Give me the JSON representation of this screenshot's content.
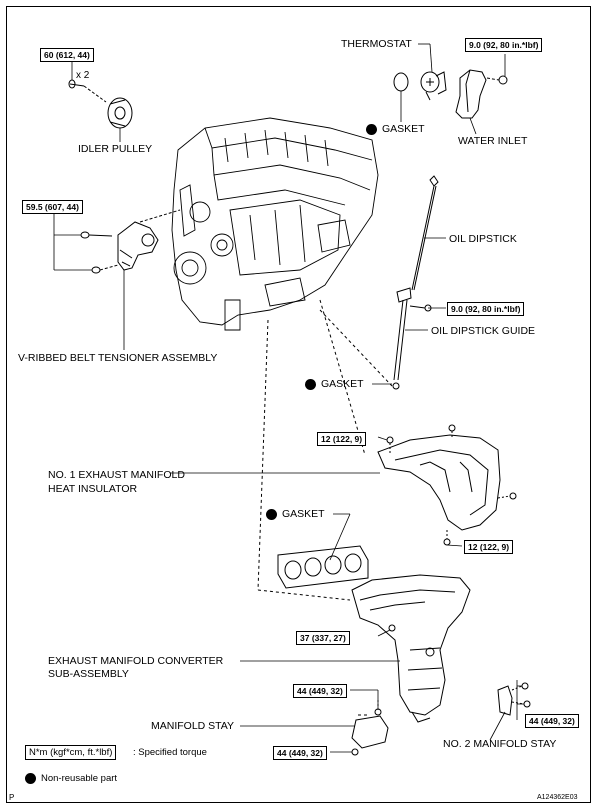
{
  "labels": {
    "thermostat": "THERMOSTAT",
    "gasket_thermostat": "GASKET",
    "water_inlet": "WATER INLET",
    "idler_pulley": "IDLER PULLEY",
    "x2": "x 2",
    "oil_dipstick": "OIL DIPSTICK",
    "oil_dipstick_guide": "OIL DIPSTICK GUIDE",
    "gasket_guide": "GASKET",
    "tensioner": "V-RIBBED BELT TENSIONER ASSEMBLY",
    "heat_insulator_1": "NO. 1 EXHAUST MANIFOLD",
    "heat_insulator_2": "HEAT INSULATOR",
    "gasket_manifold": "GASKET",
    "converter_1": "EXHAUST MANIFOLD CONVERTER",
    "converter_2": "SUB-ASSEMBLY",
    "manifold_stay": "MANIFOLD STAY",
    "manifold_stay_2": "NO. 2 MANIFOLD STAY"
  },
  "torques": {
    "idler": "60 (612, 44)",
    "water_inlet": "9.0 (92, 80 in.*lbf)",
    "tensioner": "59.5 (607, 44)",
    "dipstick_guide": "9.0 (92, 80 in.*lbf)",
    "insulator_top": "12 (122, 9)",
    "insulator_bottom": "12 (122, 9)",
    "converter": "37 (337, 27)",
    "stay_upper": "44 (449, 32)",
    "stay_lower": "44 (449, 32)",
    "stay2": "44 (449, 32)"
  },
  "legend": {
    "unit_box": "N*m (kgf*cm, ft.*lbf)",
    "unit_text": ": Specified torque",
    "nonreusable": "Non-reusable part"
  },
  "footer": {
    "page_mark": "P",
    "figure_id": "A124362E03"
  }
}
